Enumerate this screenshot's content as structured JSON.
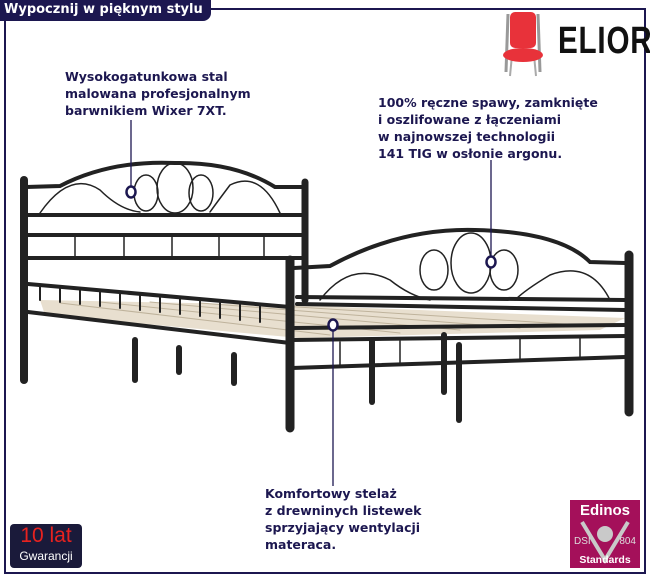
{
  "header": {
    "title": "Wypocznij w pięknym stylu"
  },
  "brand": {
    "name": "ELIOR",
    "icon": "chair-icon",
    "accent": "#e8323a"
  },
  "annotations": {
    "steel": [
      "Wysokogatunkowa stal",
      "malowana profesjonalnym",
      "barwnikiem Wixer 7XT."
    ],
    "welds": [
      "100% ręczne spawy, zamknięte",
      "i oszlifowane z łączeniami",
      "w najnowszej technologii",
      "141 TIG w osłonie argonu."
    ],
    "slats": [
      "Komfortowy stelaż",
      "z drewninych listewek",
      "sprzyjający wentylacji",
      "materaca."
    ]
  },
  "badges": {
    "warranty": {
      "years": "10 lat",
      "label": "Gwarancji"
    },
    "certificate": {
      "brand": "Edinos",
      "left": "DSI",
      "right": "804",
      "label": "Standards",
      "color": "#a4105a"
    }
  },
  "colors": {
    "navy": "#1c1750",
    "frame": "#222222"
  }
}
